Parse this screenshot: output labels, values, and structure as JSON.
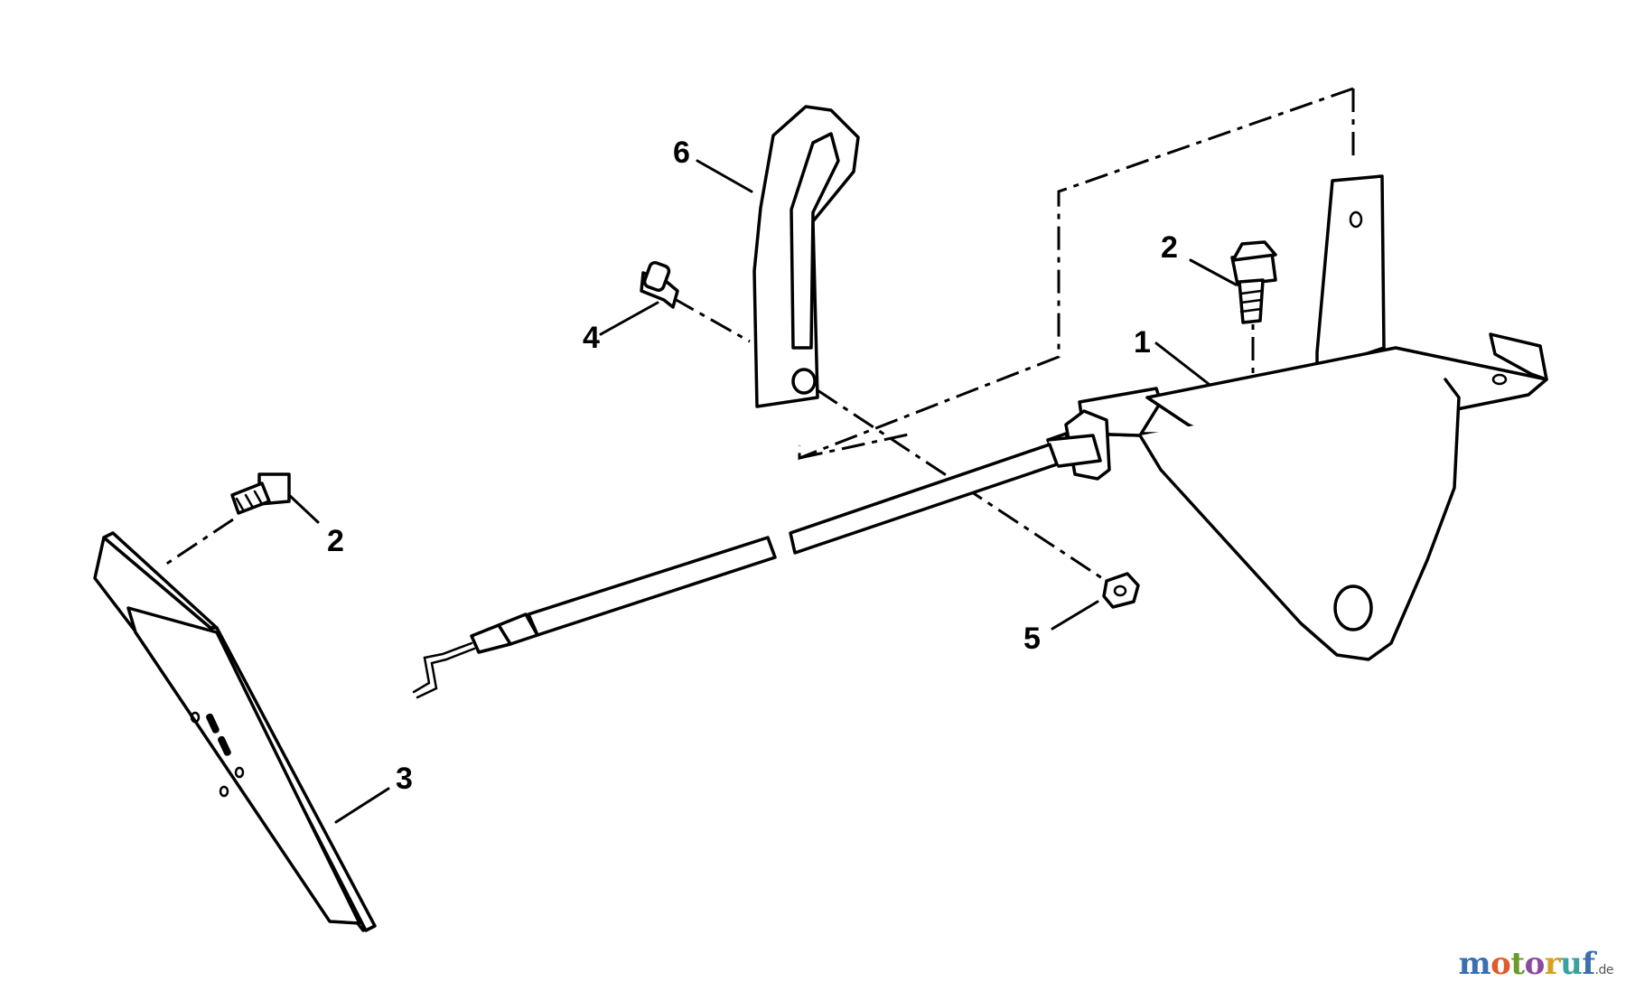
{
  "callouts": {
    "part_1": "1",
    "part_2_upper": "2",
    "part_2_lower": "2",
    "part_3": "3",
    "part_4": "4",
    "part_5": "5",
    "part_6": "6"
  },
  "watermark": {
    "letters": [
      "m",
      "o",
      "t",
      "o",
      "r",
      "u",
      "f"
    ],
    "tld": ".de"
  }
}
